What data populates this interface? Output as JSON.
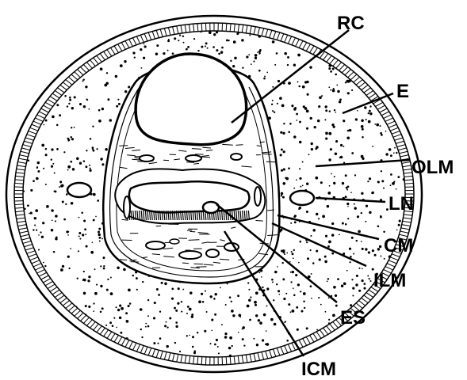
{
  "labels": {
    "rc": "RC",
    "e": "E",
    "olm": "OLM",
    "ln": "LN",
    "cm": "CM",
    "ilm": "ILM",
    "es": "ES",
    "icm": "ICM"
  },
  "colors": {
    "ink": "#000000",
    "paper": "#ffffff"
  }
}
